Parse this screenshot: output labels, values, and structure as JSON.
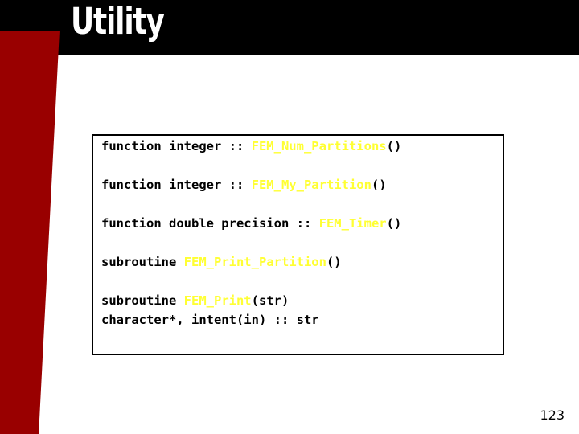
{
  "slide": {
    "title": "Utility",
    "page_number": "123",
    "colors": {
      "header_band": "#000000",
      "side_band": "#990000",
      "background": "#ffffff",
      "title_text": "#ffffff",
      "code_text": "#000000",
      "highlight_name": "#ffff33",
      "box_border": "#000000"
    }
  },
  "code_box": {
    "blocks": [
      {
        "lines": [
          [
            {
              "text": "function integer :: ",
              "style": "plain"
            },
            {
              "text": "FEM_Num_Partitions",
              "style": "name"
            },
            {
              "text": "()",
              "style": "plain"
            }
          ]
        ]
      },
      {
        "lines": [
          [
            {
              "text": "function integer :: ",
              "style": "plain"
            },
            {
              "text": "FEM_My_Partition",
              "style": "name"
            },
            {
              "text": "()",
              "style": "plain"
            }
          ]
        ]
      },
      {
        "lines": [
          [
            {
              "text": "function double precision :: ",
              "style": "plain"
            },
            {
              "text": "FEM_Timer",
              "style": "name"
            },
            {
              "text": "()",
              "style": "plain"
            }
          ]
        ]
      },
      {
        "lines": [
          [
            {
              "text": "subroutine ",
              "style": "plain"
            },
            {
              "text": "FEM_Print_Partition",
              "style": "name"
            },
            {
              "text": "()",
              "style": "plain"
            }
          ]
        ]
      },
      {
        "lines": [
          [
            {
              "text": "subroutine ",
              "style": "plain"
            },
            {
              "text": "FEM_Print",
              "style": "name"
            },
            {
              "text": "(str)",
              "style": "plain"
            }
          ],
          [
            {
              "text": "character*, intent(in) :: str",
              "style": "plain"
            }
          ]
        ]
      }
    ]
  }
}
